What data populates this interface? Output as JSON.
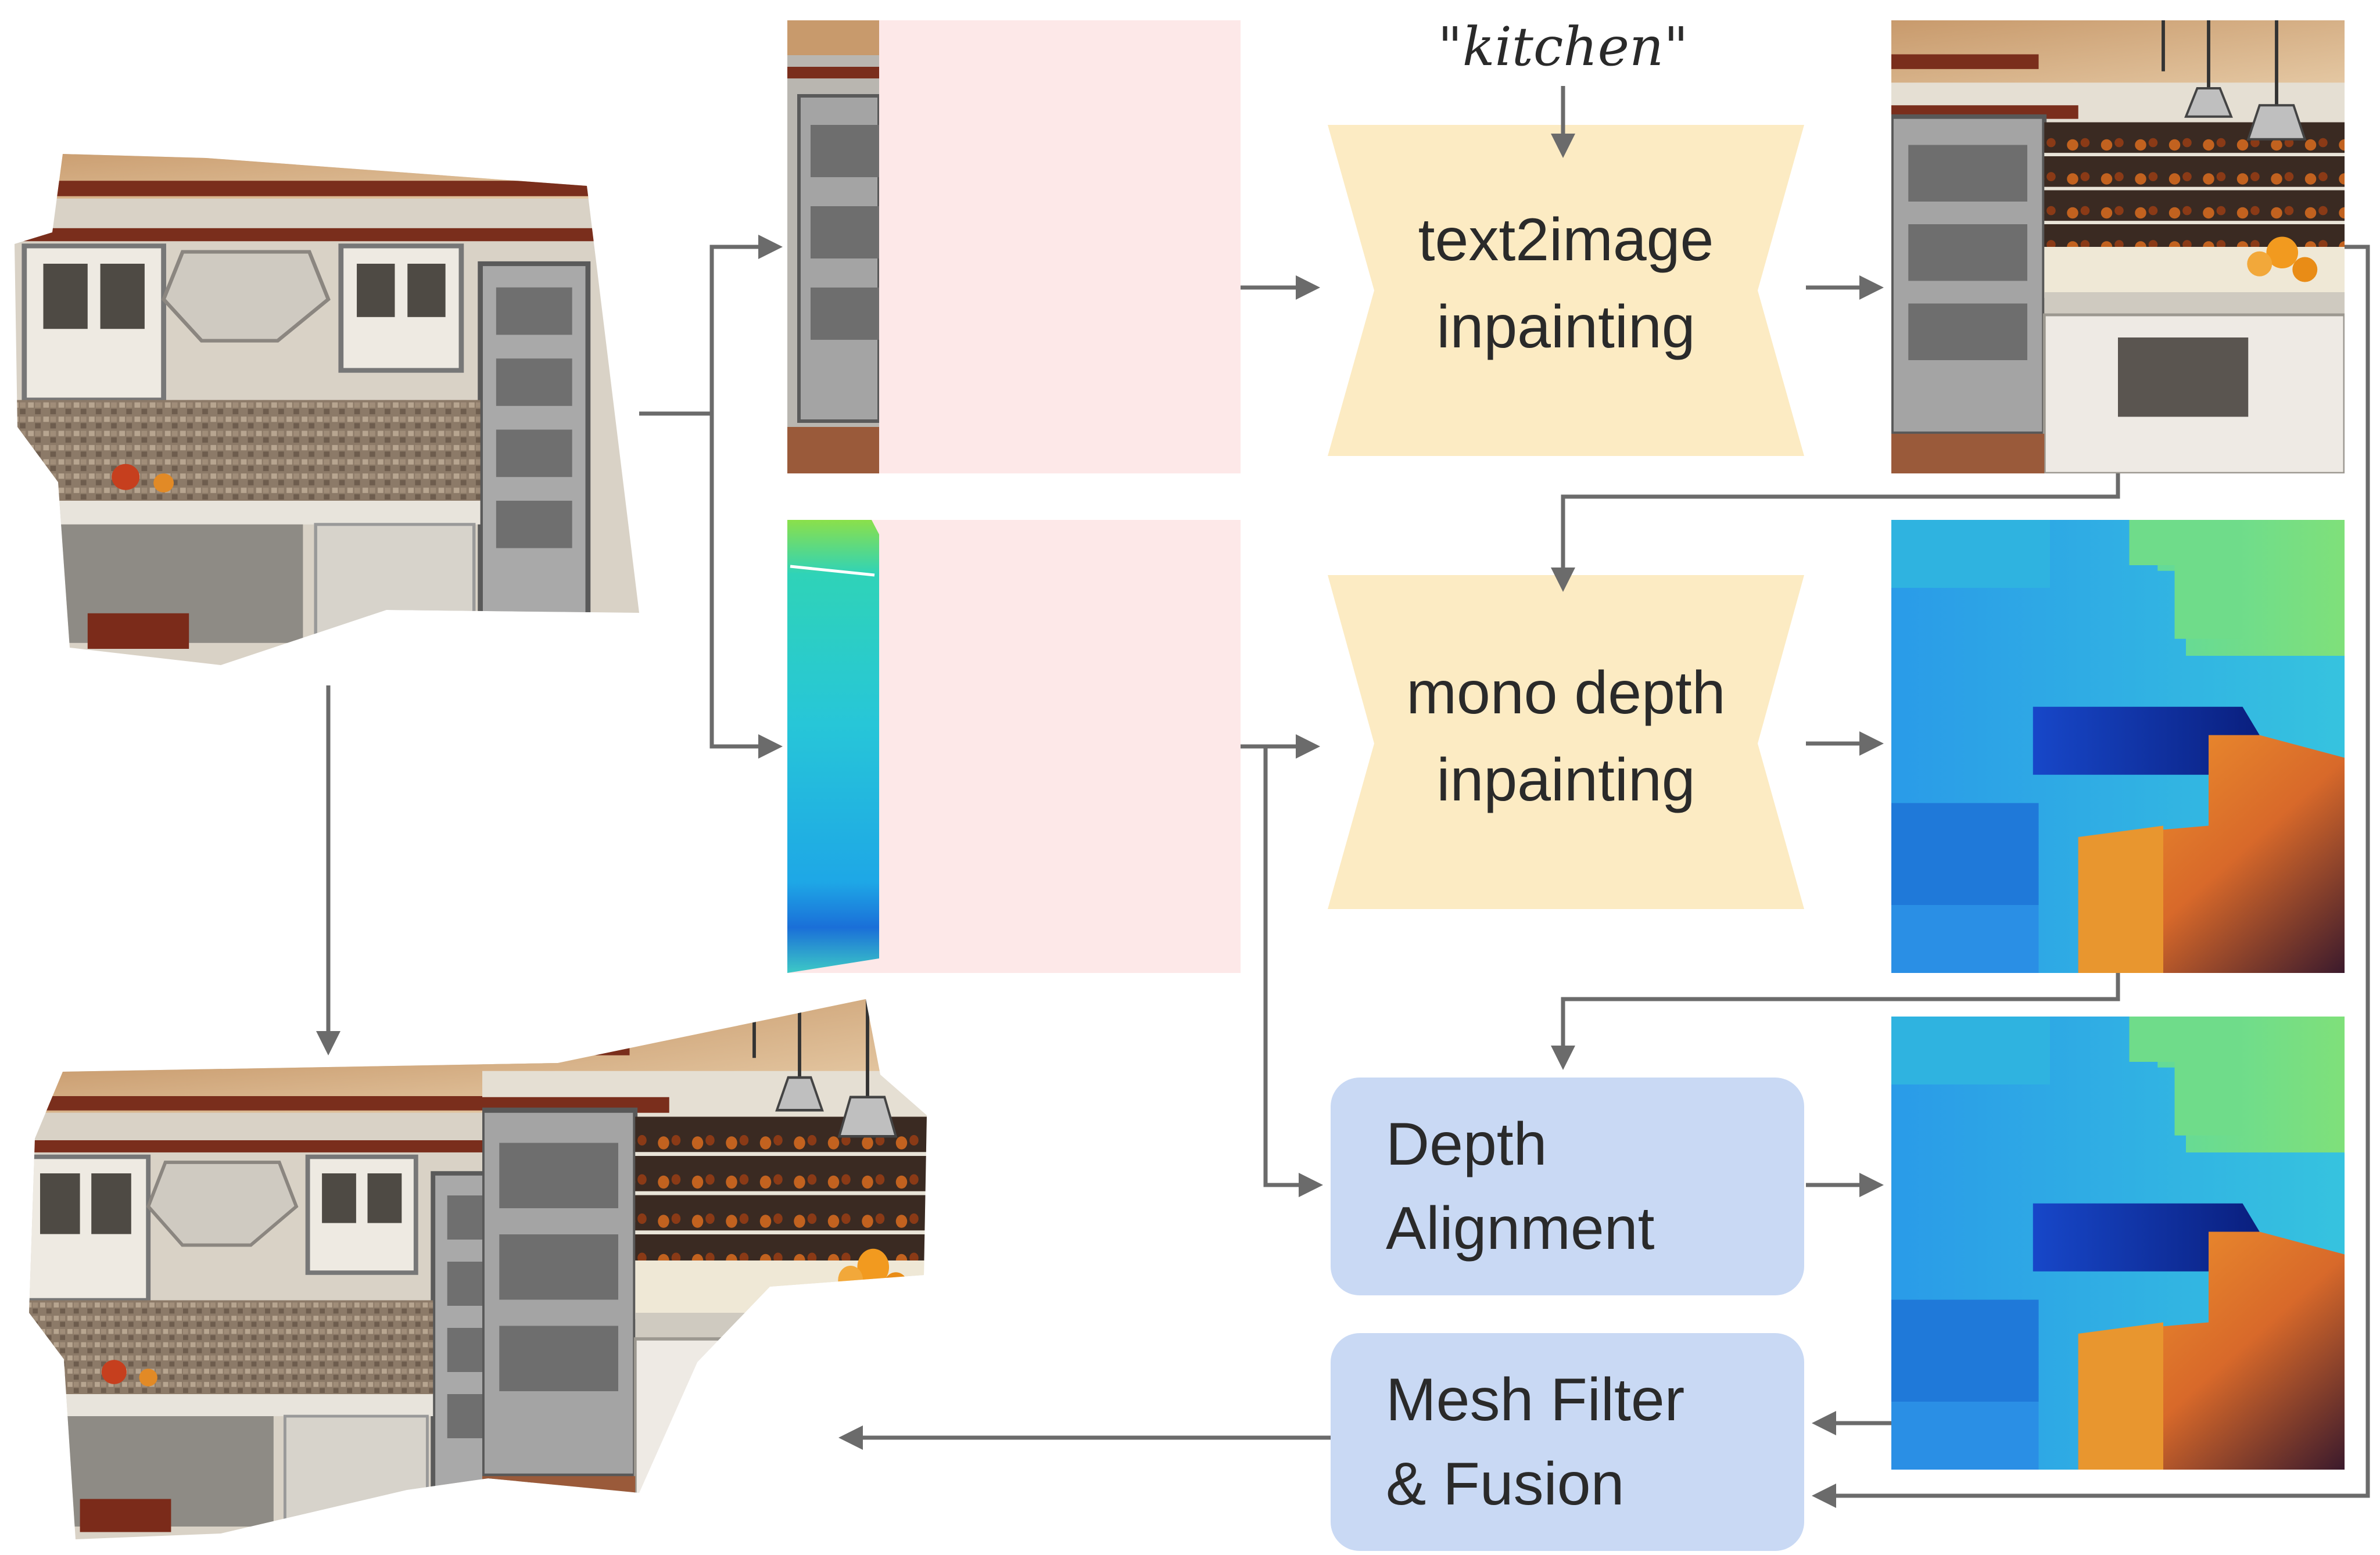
{
  "prompt": "\"kitchen\"",
  "modules": {
    "text2image": [
      "text2image",
      "inpainting"
    ],
    "mono_depth": [
      "mono depth",
      "inpainting"
    ],
    "depth_alignment": [
      "Depth",
      "Alignment"
    ],
    "mesh_filter": [
      "Mesh Filter",
      "& Fusion"
    ]
  },
  "colors": {
    "network_fill": "#fcebc3",
    "step_fill": "#c9d9f4",
    "mask_fill": "#fde8e8",
    "arrow": "#6b6b6b",
    "text": "#2a2a2a"
  },
  "icons": {
    "input_mesh": "kitchen-mesh-image",
    "rendered_rgb": "rendered-rgb-image",
    "rendered_depth": "rendered-depth-image",
    "generated_rgb": "kitchen-rgb-image",
    "predicted_depth": "depth-map-image",
    "aligned_depth": "aligned-depth-map-image",
    "fused_mesh": "fused-mesh-image"
  }
}
